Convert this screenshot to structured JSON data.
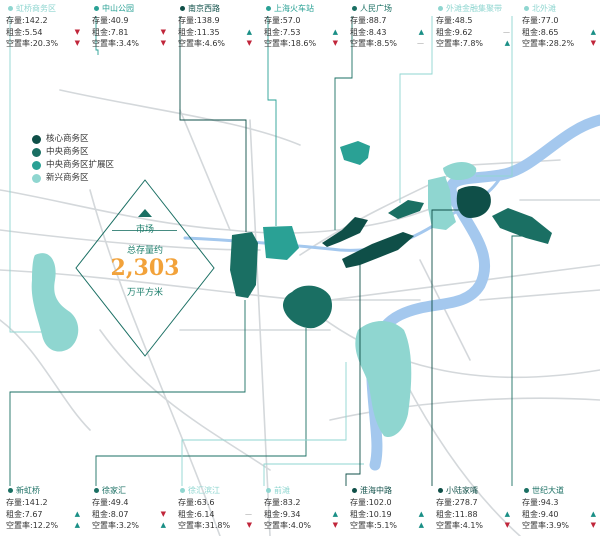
{
  "colors": {
    "core": "#0f4f48",
    "central": "#1a6f63",
    "central_ext": "#2aa195",
    "emerging": "#8fd6d0",
    "river": "#a4c8ee",
    "road": "#d4d8db",
    "up": "#1a8f86",
    "down": "#c0253a"
  },
  "labels": {
    "stock": "存量:",
    "rent": "租金:",
    "vacancy": "空置率:"
  },
  "legend": [
    {
      "label": "核心商务区",
      "color_key": "core"
    },
    {
      "label": "中央商务区",
      "color_key": "central"
    },
    {
      "label": "中央商务区扩展区",
      "color_key": "central_ext"
    },
    {
      "label": "新兴商务区",
      "color_key": "emerging"
    }
  ],
  "market": {
    "title": "市场",
    "subtitle": "总存量约",
    "total": "2,303",
    "unit": "万平方米"
  },
  "top_districts": [
    {
      "name": "虹桥商务区",
      "tier": "emerging",
      "stock": "142.2",
      "rent": "5.54",
      "rent_trend": "down",
      "vacancy": "20.3%",
      "vacancy_trend": "down"
    },
    {
      "name": "中山公园",
      "tier": "central_ext",
      "stock": "40.9",
      "rent": "7.81",
      "rent_trend": "down",
      "vacancy": "3.4%",
      "vacancy_trend": "down"
    },
    {
      "name": "南京西路",
      "tier": "core",
      "stock": "138.9",
      "rent": "11.35",
      "rent_trend": "up",
      "vacancy": "4.6%",
      "vacancy_trend": "down"
    },
    {
      "name": "上海火车站",
      "tier": "central_ext",
      "stock": "57.0",
      "rent": "7.53",
      "rent_trend": "up",
      "vacancy": "18.6%",
      "vacancy_trend": "down"
    },
    {
      "name": "人民广场",
      "tier": "central",
      "stock": "88.7",
      "rent": "8.43",
      "rent_trend": "up",
      "vacancy": "8.5%",
      "vacancy_trend": "flat"
    },
    {
      "name": "外滩金融集聚带",
      "tier": "emerging",
      "stock": "48.5",
      "rent": "9.62",
      "rent_trend": "flat",
      "vacancy": "7.8%",
      "vacancy_trend": "up"
    },
    {
      "name": "北外滩",
      "tier": "emerging",
      "stock": "77.0",
      "rent": "8.65",
      "rent_trend": "up",
      "vacancy": "28.2%",
      "vacancy_trend": "down"
    }
  ],
  "bottom_districts": [
    {
      "name": "新虹桥",
      "tier": "central",
      "stock": "141.2",
      "rent": "7.67",
      "rent_trend": "up",
      "vacancy": "12.2%",
      "vacancy_trend": "up"
    },
    {
      "name": "徐家汇",
      "tier": "central",
      "stock": "49.4",
      "rent": "8.07",
      "rent_trend": "down",
      "vacancy": "3.2%",
      "vacancy_trend": "up"
    },
    {
      "name": "徐汇滨江",
      "tier": "emerging",
      "stock": "63.6",
      "rent": "6.14",
      "rent_trend": "flat",
      "vacancy": "31.8%",
      "vacancy_trend": "down"
    },
    {
      "name": "前滩",
      "tier": "emerging",
      "stock": "83.2",
      "rent": "9.34",
      "rent_trend": "up",
      "vacancy": "4.0%",
      "vacancy_trend": "down"
    },
    {
      "name": "淮海中路",
      "tier": "core",
      "stock": "102.0",
      "rent": "10.19",
      "rent_trend": "up",
      "vacancy": "5.1%",
      "vacancy_trend": "up"
    },
    {
      "name": "小陆家嘴",
      "tier": "core",
      "stock": "278.7",
      "rent": "11.88",
      "rent_trend": "up",
      "vacancy": "4.1%",
      "vacancy_trend": "down"
    },
    {
      "name": "世纪大道",
      "tier": "central",
      "stock": "94.3",
      "rent": "9.40",
      "rent_trend": "up",
      "vacancy": "3.9%",
      "vacancy_trend": "down"
    }
  ]
}
